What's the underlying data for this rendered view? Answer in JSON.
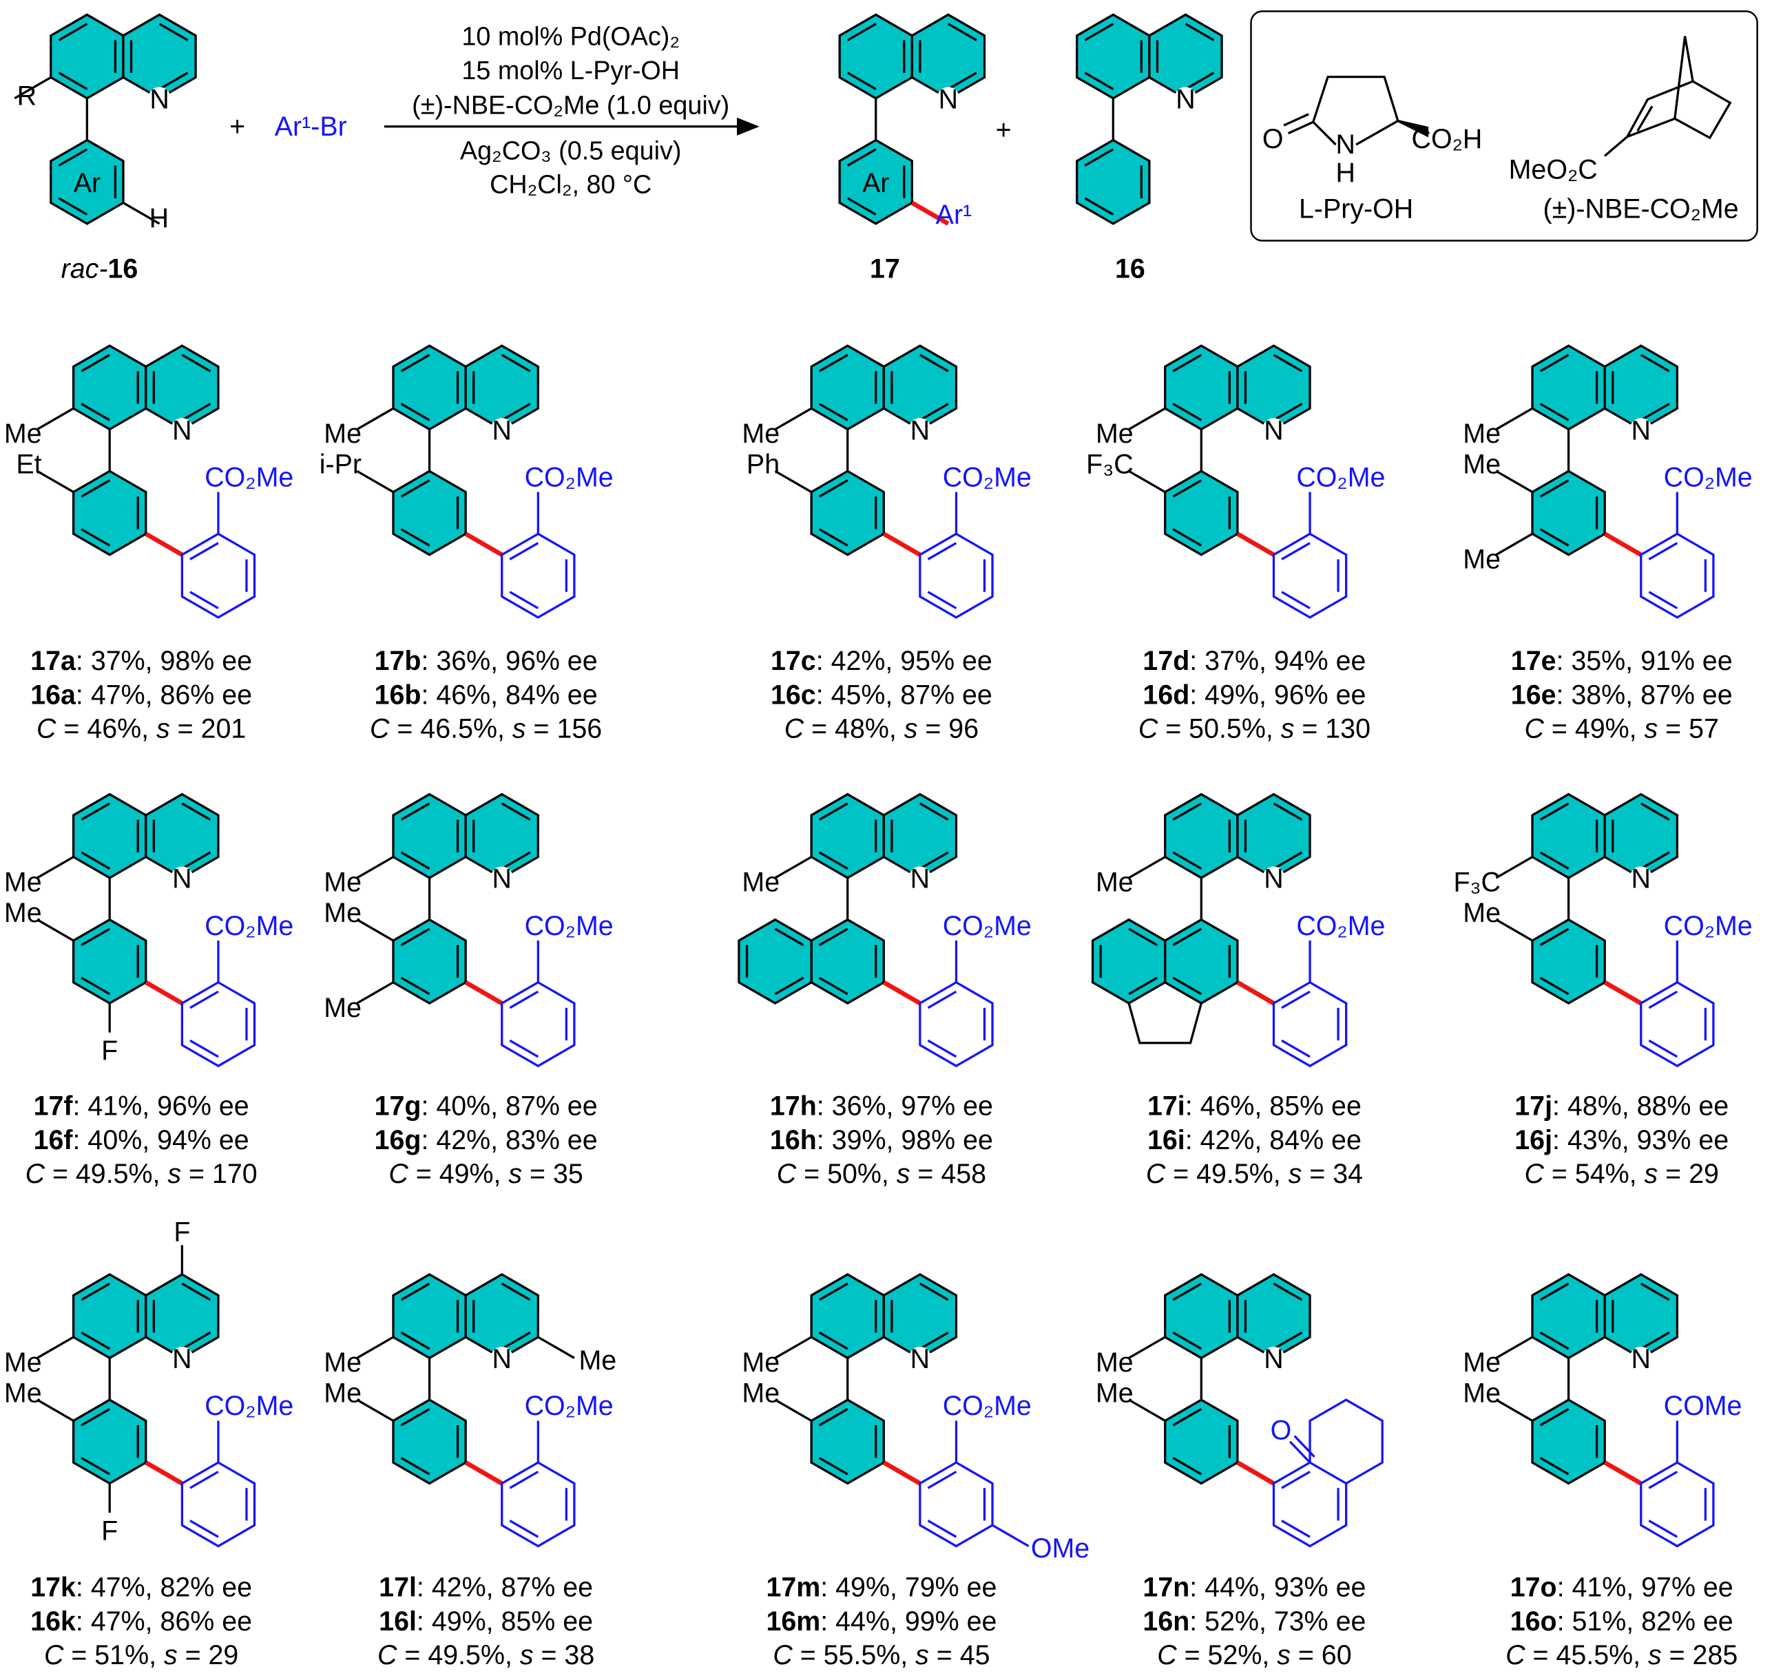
{
  "colors": {
    "teal": "#00C3C6",
    "blue": "#1414FF",
    "red": "#F01414",
    "bond": "#000000"
  },
  "header": {
    "substrate": {
      "r_label": "R",
      "ar_label": "Ar",
      "h_label": "H",
      "n_label": "N",
      "name_prefix": "rac-",
      "name_num": "16"
    },
    "plus1": "+",
    "reagent": "Ar¹-Br",
    "conditions": [
      "10 mol% Pd(OAc)₂",
      "15 mol% L-Pyr-OH",
      "(±)-NBE-CO₂Me (1.0 equiv)",
      "Ag₂CO₃ (0.5 equiv)",
      "CH₂Cl₂, 80 °C"
    ],
    "product": {
      "ar_label": "Ar",
      "ar1_label": "Ar¹",
      "n_label": "N",
      "name": "17"
    },
    "plus2": "+",
    "recovered": {
      "n_label": "N",
      "name": "16"
    },
    "box": {
      "pyr": {
        "o_label": "O",
        "n_label": "N",
        "h_label": "H",
        "acid_label": "CO₂H",
        "name": "L-Pry-OH"
      },
      "nbe": {
        "ester_label": "MeO₂C",
        "name": "(±)-NBE-CO₂Me"
      }
    }
  },
  "compounds": [
    {
      "id": "17a",
      "l1": ": 37%, 98% ee",
      "id2": "16a",
      "l2": ": 47%, 86% ee",
      "c_label": "C",
      "c_value": " = 46%, ",
      "s_label": "s",
      "s_value": " = 201",
      "quin_sub": "Me",
      "ortho": "Et",
      "ar1": "CO₂Me"
    },
    {
      "id": "17b",
      "l1": ": 36%, 96% ee",
      "id2": "16b",
      "l2": ": 46%, 84% ee",
      "c_label": "C",
      "c_value": " = 46.5%, ",
      "s_label": "s",
      "s_value": " = 156",
      "quin_sub": "Me",
      "ortho": "i-Pr",
      "ar1": "CO₂Me"
    },
    {
      "id": "17c",
      "l1": ": 42%, 95% ee",
      "id2": "16c",
      "l2": ": 45%, 87% ee",
      "c_label": "C",
      "c_value": " = 48%, ",
      "s_label": "s",
      "s_value": " = 96",
      "quin_sub": "Me",
      "ortho": "Ph",
      "ar1": "CO₂Me"
    },
    {
      "id": "17d",
      "l1": ": 37%, 94% ee",
      "id2": "16d",
      "l2": ": 49%, 96% ee",
      "c_label": "C",
      "c_value": " = 50.5%, ",
      "s_label": "s",
      "s_value": " = 130",
      "quin_sub": "Me",
      "ortho": "F₃C",
      "ar1": "CO₂Me"
    },
    {
      "id": "17e",
      "l1": ": 35%, 91% ee",
      "id2": "16e",
      "l2": ": 38%, 87% ee",
      "c_label": "C",
      "c_value": " = 49%, ",
      "s_label": "s",
      "s_value": " = 57",
      "quin_sub": "Me",
      "ortho": "Me",
      "meta": "Me",
      "ar1": "CO₂Me"
    },
    {
      "id": "17f",
      "l1": ": 41%, 96% ee",
      "id2": "16f",
      "l2": ": 40%, 94% ee",
      "c_label": "C",
      "c_value": " = 49.5%, ",
      "s_label": "s",
      "s_value": " = 170",
      "quin_sub": "Me",
      "ortho": "Me",
      "para": "F",
      "ar1": "CO₂Me"
    },
    {
      "id": "17g",
      "l1": ": 40%, 87% ee",
      "id2": "16g",
      "l2": ": 42%, 83% ee",
      "c_label": "C",
      "c_value": " = 49%, ",
      "s_label": "s",
      "s_value": " = 35",
      "quin_sub": "Me",
      "ortho": "Me",
      "meta": "Me",
      "ar1": "CO₂Me"
    },
    {
      "id": "17h",
      "l1": ": 36%, 97% ee",
      "id2": "16h",
      "l2": ": 39%, 98% ee",
      "c_label": "C",
      "c_value": " = 50%, ",
      "s_label": "s",
      "s_value": " = 458",
      "quin_sub": "Me",
      "ar1": "CO₂Me"
    },
    {
      "id": "17i",
      "l1": ": 46%, 85% ee",
      "id2": "16i",
      "l2": ": 42%, 84% ee",
      "c_label": "C",
      "c_value": " = 49.5%, ",
      "s_label": "s",
      "s_value": " = 34",
      "quin_sub": "Me",
      "ar1": "CO₂Me"
    },
    {
      "id": "17j",
      "l1": ": 48%, 88% ee",
      "id2": "16j",
      "l2": ": 43%, 93% ee",
      "c_label": "C",
      "c_value": " = 54%, ",
      "s_label": "s",
      "s_value": " = 29",
      "quin_sub": "F₃C",
      "ortho": "Me",
      "ar1": "CO₂Me"
    },
    {
      "id": "17k",
      "l1": ": 47%, 82% ee",
      "id2": "16k",
      "l2": ": 47%, 86% ee",
      "c_label": "C",
      "c_value": " = 51%, ",
      "s_label": "s",
      "s_value": " = 29",
      "quin_sub": "Me",
      "ortho": "Me",
      "para": "F",
      "quin4": "F",
      "ar1": "CO₂Me"
    },
    {
      "id": "17l",
      "l1": ": 42%, 87% ee",
      "id2": "16l",
      "l2": ": 49%, 85% ee",
      "c_label": "C",
      "c_value": " = 49.5%, ",
      "s_label": "s",
      "s_value": " = 38",
      "quin_sub": "Me",
      "ortho": "Me",
      "quin2": "Me",
      "ar1": "CO₂Me"
    },
    {
      "id": "17m",
      "l1": ": 49%, 79% ee",
      "id2": "16m",
      "l2": ": 44%, 99% ee",
      "c_label": "C",
      "c_value": " = 55.5%, ",
      "s_label": "s",
      "s_value": " = 45",
      "quin_sub": "Me",
      "ortho": "Me",
      "ar1": "CO₂Me",
      "ar1_sub": "OMe"
    },
    {
      "id": "17n",
      "l1": ": 44%, 93% ee",
      "id2": "16n",
      "l2": ": 52%, 73% ee",
      "c_label": "C",
      "c_value": " = 52%, ",
      "s_label": "s",
      "s_value": " = 60",
      "quin_sub": "Me",
      "ortho": "Me",
      "ketone_o": "O"
    },
    {
      "id": "17o",
      "l1": ": 41%, 97% ee",
      "id2": "16o",
      "l2": ": 51%, 82% ee",
      "c_label": "C",
      "c_value": " = 45.5%, ",
      "s_label": "s",
      "s_value": " = 285",
      "quin_sub": "Me",
      "ortho": "Me",
      "ar1": "COMe"
    }
  ],
  "n_label": "N"
}
